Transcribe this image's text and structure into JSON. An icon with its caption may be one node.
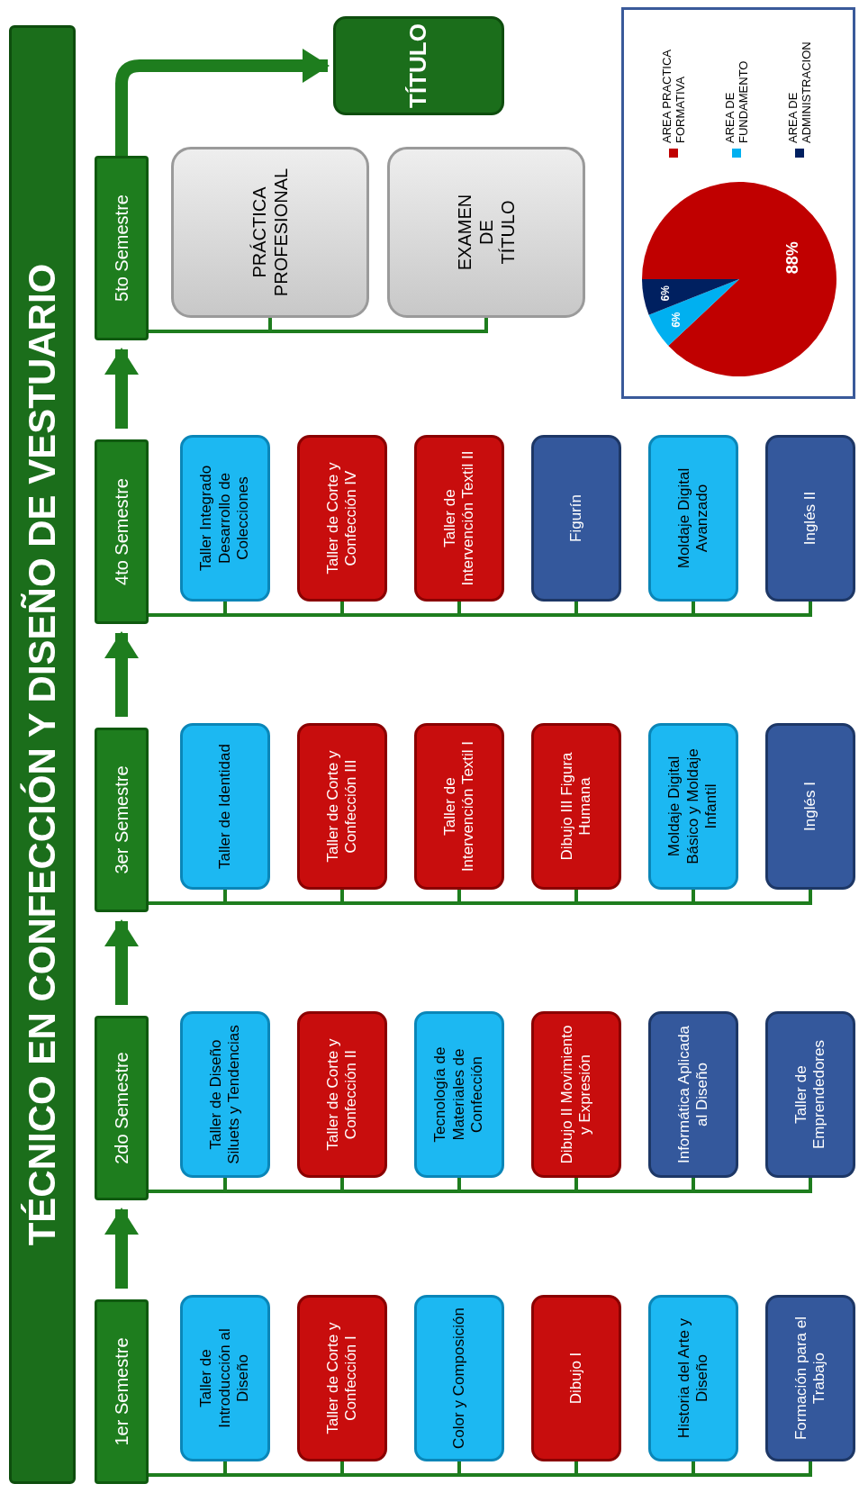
{
  "diagram": {
    "title": "TÉCNICO EN CONFECCIÓN Y DISEÑO DE VESTUARIO",
    "nodes": [
      {
        "text": [
          "1er Semestre"
        ]
      },
      {
        "text": [
          "Taller de Introducción al Diseño"
        ]
      },
      {
        "text": [
          "Taller de Corte y Confección I"
        ]
      },
      {
        "text": [
          "Color y Composición"
        ]
      },
      {
        "text": [
          "Dibujo I"
        ]
      },
      {
        "text": [
          "Historia del Arte y Diseño"
        ]
      },
      {
        "text": [
          "Formación para el Trabajo"
        ]
      },
      {
        "text": [
          "2do Semestre"
        ]
      },
      {
        "text": [
          "Taller de Diseño Siluets y Tendencias"
        ]
      },
      {
        "text": [
          "Taller de Corte y Confección II"
        ]
      },
      {
        "text": [
          "Tecnología de Materiales de Confección"
        ]
      },
      {
        "text": [
          "Dibujo II Movimiento y Expresión"
        ]
      },
      {
        "text": [
          "Informática Aplicada al Diseño"
        ]
      },
      {
        "text": [
          "Taller de Emprendedores"
        ]
      },
      {
        "text": [
          "3er Semestre"
        ]
      },
      {
        "text": [
          "Taller de Identidad"
        ]
      },
      {
        "text": [
          "Taller de Corte y Confección III"
        ]
      },
      {
        "text": [
          "Taller de Intervención Textil I"
        ]
      },
      {
        "text": [
          "Dibujo III Figura Humana"
        ]
      },
      {
        "text": [
          "Moldaje Digital Básico y Moldaje Infantil"
        ]
      },
      {
        "text": [
          "Inglés I"
        ]
      },
      {
        "text": [
          "4to Semestre"
        ]
      },
      {
        "text": [
          "Taller Integrado Desarrollo de Colecciones"
        ]
      },
      {
        "text": [
          "Taller de Corte y Confección IV"
        ]
      },
      {
        "text": [
          "Taller de Intervención Textil II"
        ]
      },
      {
        "text": [
          "Figurín"
        ]
      },
      {
        "text": [
          "Moldaje Digital Avanzado"
        ]
      },
      {
        "text": [
          "Inglés II"
        ]
      },
      {
        "text": [
          "5to Semestre"
        ]
      },
      {
        "text": [
          "PRÁCTICA PROFESIONAL"
        ]
      },
      {
        "text": [
          "EXAMEN DE TÍTULO"
        ]
      },
      {
        "text": [
          "TÍTULO"
        ]
      }
    ],
    "edges": [
      {
        "from": 0,
        "to": 1,
        "arrow": "none"
      },
      {
        "from": 0,
        "to": 2,
        "arrow": "none"
      },
      {
        "from": 0,
        "to": 3,
        "arrow": "none"
      },
      {
        "from": 0,
        "to": 4,
        "arrow": "none"
      },
      {
        "from": 0,
        "to": 5,
        "arrow": "none"
      },
      {
        "from": 0,
        "to": 6,
        "arrow": "none"
      },
      {
        "from": 7,
        "to": 8,
        "arrow": "none"
      },
      {
        "from": 7,
        "to": 9,
        "arrow": "none"
      },
      {
        "from": 7,
        "to": 10,
        "arrow": "none"
      },
      {
        "from": 7,
        "to": 11,
        "arrow": "none"
      },
      {
        "from": 7,
        "to": 12,
        "arrow": "none"
      },
      {
        "from": 7,
        "to": 13,
        "arrow": "none"
      },
      {
        "from": 14,
        "to": 15,
        "arrow": "none"
      },
      {
        "from": 14,
        "to": 16,
        "arrow": "none"
      },
      {
        "from": 14,
        "to": 17,
        "arrow": "none"
      },
      {
        "from": 14,
        "to": 18,
        "arrow": "none"
      },
      {
        "from": 14,
        "to": 19,
        "arrow": "none"
      },
      {
        "from": 14,
        "to": 20,
        "arrow": "none"
      },
      {
        "from": 21,
        "to": 22,
        "arrow": "none"
      },
      {
        "from": 21,
        "to": 23,
        "arrow": "none"
      },
      {
        "from": 21,
        "to": 24,
        "arrow": "none"
      },
      {
        "from": 21,
        "to": 25,
        "arrow": "none"
      },
      {
        "from": 21,
        "to": 26,
        "arrow": "none"
      },
      {
        "from": 21,
        "to": 27,
        "arrow": "none"
      },
      {
        "from": 28,
        "to": 29,
        "arrow": "none"
      },
      {
        "from": 28,
        "to": 30,
        "arrow": "none"
      },
      {
        "from": 0,
        "to": 7,
        "arrow": "to",
        "style": "thick"
      },
      {
        "from": 7,
        "to": 14,
        "arrow": "to",
        "style": "thick"
      },
      {
        "from": 14,
        "to": 21,
        "arrow": "to",
        "style": "thick"
      },
      {
        "from": 21,
        "to": 28,
        "arrow": "to",
        "style": "thick"
      },
      {
        "from": 28,
        "to": 31,
        "arrow": "to",
        "style": "thick"
      }
    ],
    "legend": [
      {
        "text": "AREA PRACTICA FORMATIVA",
        "color": "#c00000"
      },
      {
        "text": "AREA DE FUNDAMENTO",
        "color": "#00b0f0"
      },
      {
        "text": "AREA DE ADMINISTRACION",
        "color": "#002060"
      }
    ],
    "chart_data": {
      "type": "pie",
      "values": [
        88,
        6,
        6
      ],
      "annotations": [
        "88%",
        "6%",
        "6%"
      ]
    }
  }
}
